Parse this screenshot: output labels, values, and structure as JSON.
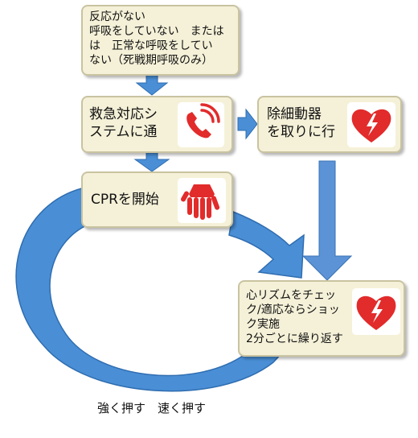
{
  "steps": {
    "no_response": "反応がない\n呼吸をしていない　または\nは　正常な呼吸をしてい\nない（死戦期呼吸のみ）",
    "call_ems": "救急対応シ\nステムに通",
    "get_aed": "除細動器\nを取りに行",
    "start_cpr": "CPRを開始",
    "check_rhythm": "心リズムをチェッ\nク/適応ならショッ\nク実施\n2分ごとに繰り返す"
  },
  "loop_label": "強く押す　速く押す",
  "colors": {
    "box_fill": "#f5f1d8",
    "arrow_blue": "#4a8fd6",
    "heart_red": "#e22b2b"
  },
  "icons": [
    "phone-icon",
    "heart-lightning-icon",
    "hands-cpr-icon",
    "heart-lightning-icon"
  ]
}
